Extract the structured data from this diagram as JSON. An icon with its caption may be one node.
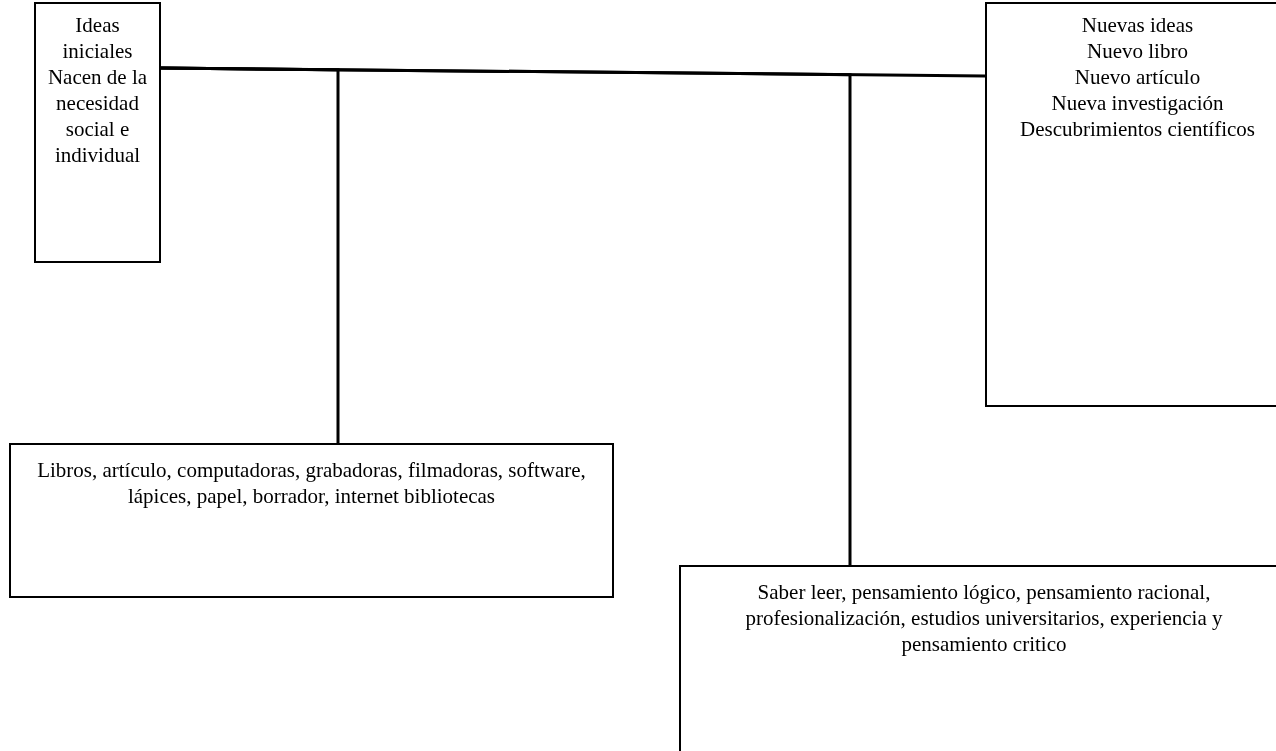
{
  "diagram": {
    "nodes": [
      {
        "text": [
          "Ideas iniciales",
          "Nacen de la necesidad social e individual"
        ]
      },
      {
        "text": [
          "Nuevas ideas",
          "Nuevo libro",
          "Nuevo artículo",
          "Nueva investigación",
          "Descubrimientos científicos"
        ]
      },
      {
        "text": [
          "Libros, artículo, computadoras, grabadoras, filmadoras, software, lápices, papel, borrador, internet bibliotecas"
        ]
      },
      {
        "text": [
          "Saber leer, pensamiento lógico, pensamiento racional, profesionalización, estudios universitarios, experiencia y pensamiento critico"
        ]
      }
    ],
    "edges": [
      {
        "from": 0,
        "to": 1,
        "arrow": "none"
      },
      {
        "from": 0,
        "to": 2,
        "arrow": "none"
      },
      {
        "from": 0,
        "to": 3,
        "arrow": "none"
      }
    ]
  }
}
